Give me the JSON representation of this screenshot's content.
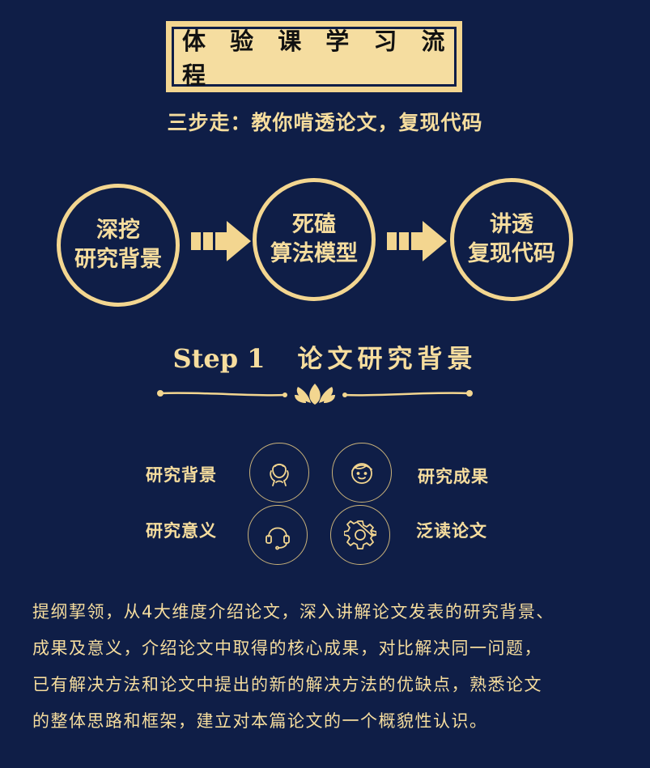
{
  "title": "体 验 课 学 习 流 程",
  "subtitle": "三步走：教你啃透论文，复现代码",
  "steps_flow": [
    {
      "line1": "深挖",
      "line2": "研究背景"
    },
    {
      "line1": "死磕",
      "line2": "算法模型"
    },
    {
      "line1": "讲透",
      "line2": "复现代码"
    }
  ],
  "step_heading": {
    "label": "Step 1",
    "title": "论文研究背景"
  },
  "features": {
    "research_background": "研究背景",
    "research_results": "研究成果",
    "research_significance": "研究意义",
    "extensive_reading": "泛读论文"
  },
  "icons": {
    "background": "thinking-person-icon",
    "results": "smiling-girl-icon",
    "significance": "headset-icon",
    "reading": "gear-icon"
  },
  "description": {
    "line1": "提纲挈领，从4大维度介绍论文，深入讲解论文发表的研究背景、",
    "line2": "成果及意义，介绍论文中取得的核心成果，对比解决同一问题，",
    "line3": "已有解决方法和论文中提出的新的解决方法的优缺点，熟悉论文",
    "line4": "的整体思路和框架，建立对本篇论文的一个概貌性认识。"
  },
  "colors": {
    "background": "#0f1e47",
    "accent_gold": "#f3d690",
    "text_gold": "#f6dd9e"
  }
}
